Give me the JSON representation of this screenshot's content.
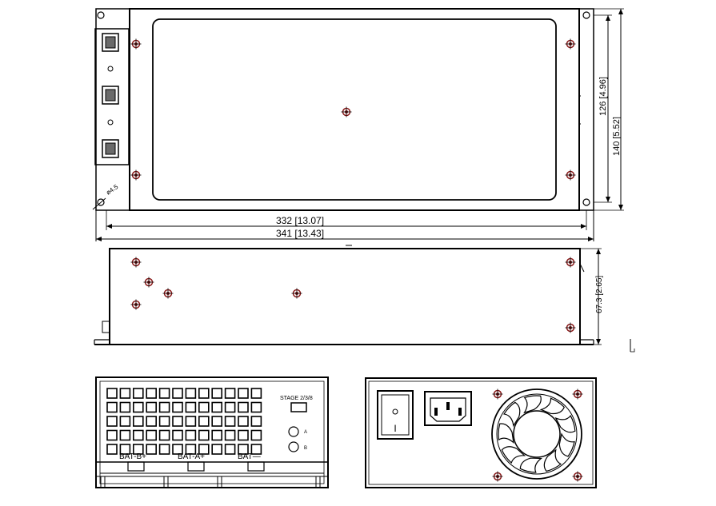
{
  "top_view": {
    "hole_label": "ø4.5",
    "dim_length_inner": "332 [13.07]",
    "dim_length_outer": "341 [13.43]",
    "dim_width_inner": "126 [4.96]",
    "dim_width_outer": "140 [5.52]"
  },
  "side_view": {
    "dim_height": "67.3 [2.65]"
  },
  "front_panel": {
    "terminals": [
      "BAT-B+",
      "BAT-A+",
      "BAT—"
    ],
    "stage_label": "STAGE 2/3/8",
    "led_a": "A",
    "led_b": "B"
  },
  "rear_panel": {
    "switch_mark": "I",
    "switch_mark_off": "O"
  },
  "colors": {
    "line": "#000000",
    "screw": "#8a1a1a"
  }
}
